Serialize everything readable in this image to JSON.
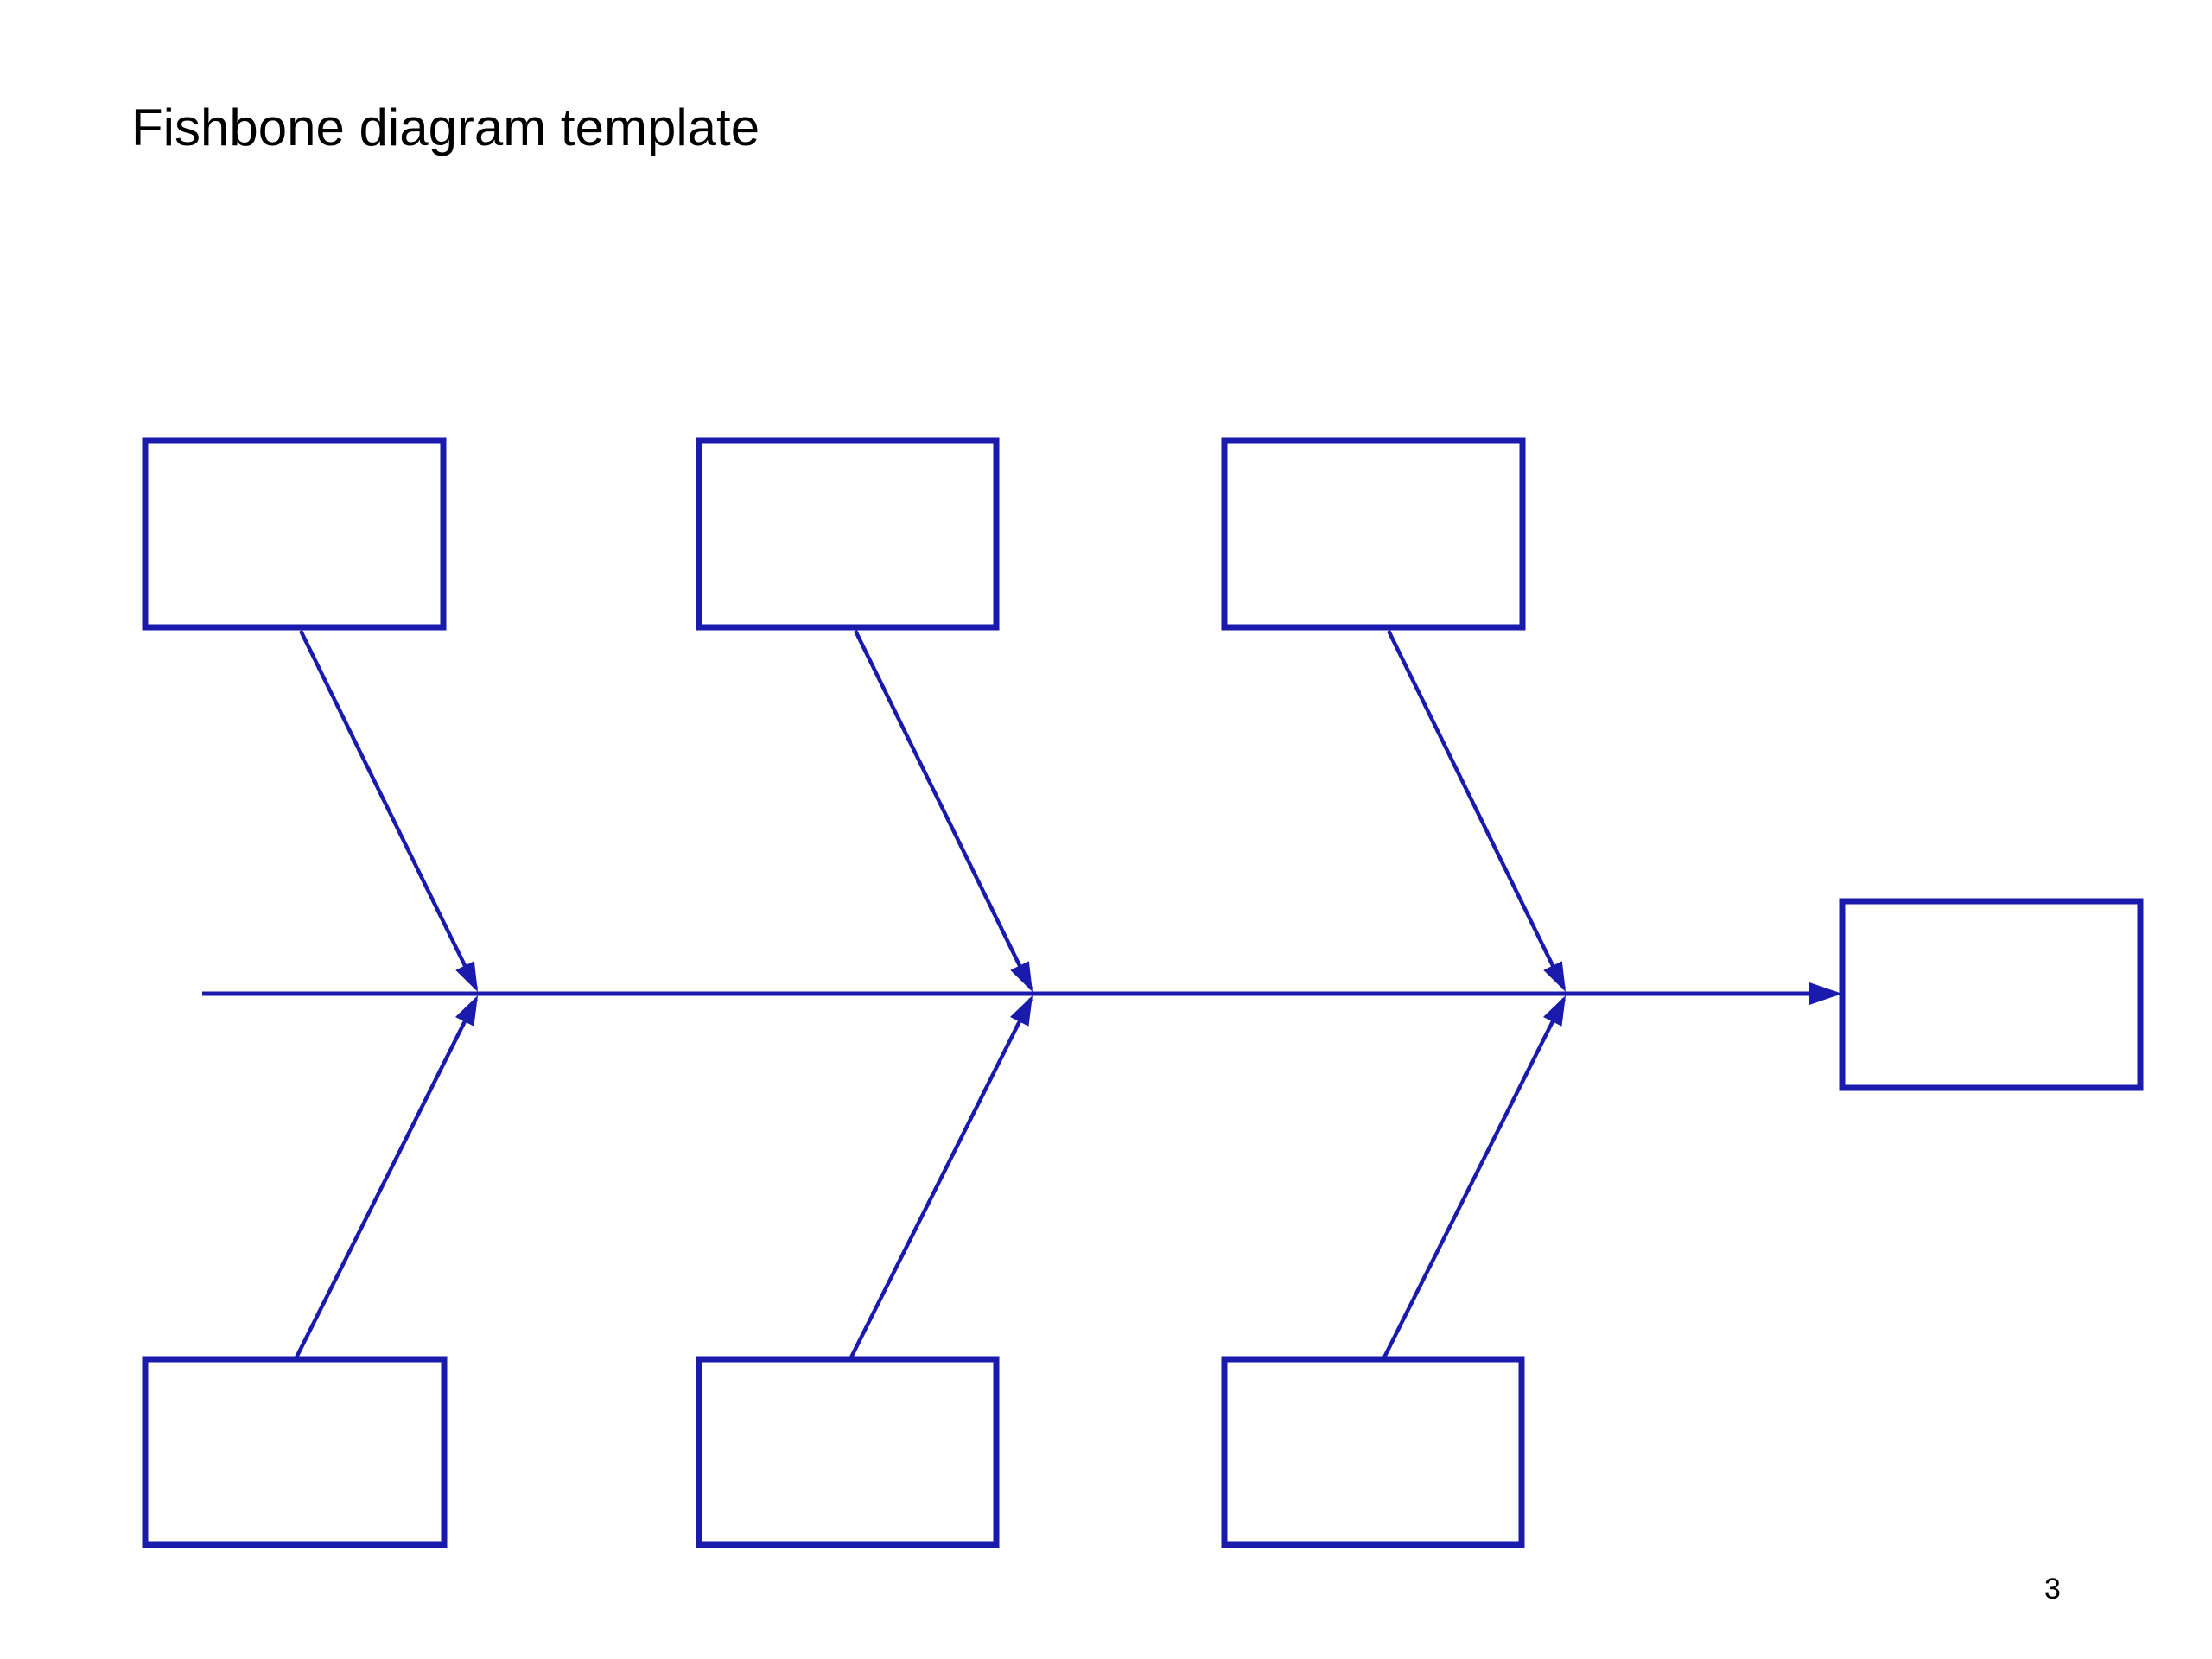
{
  "page": {
    "title": "Fishbone diagram template",
    "page_number": "3"
  },
  "colors": {
    "accent_blue": "#1a1aad",
    "text_black": "#000000",
    "background": "#ffffff"
  },
  "diagram": {
    "kind": "fishbone-template",
    "spine": {
      "direction": "left-to-right",
      "arrowhead": "solid-triangle"
    },
    "head_box": {
      "role": "effect",
      "label": ""
    },
    "top_cause_boxes": [
      {
        "position": "top-1",
        "label": ""
      },
      {
        "position": "top-2",
        "label": ""
      },
      {
        "position": "top-3",
        "label": ""
      }
    ],
    "bottom_cause_boxes": [
      {
        "position": "bottom-1",
        "label": ""
      },
      {
        "position": "bottom-2",
        "label": ""
      },
      {
        "position": "bottom-3",
        "label": ""
      }
    ]
  }
}
